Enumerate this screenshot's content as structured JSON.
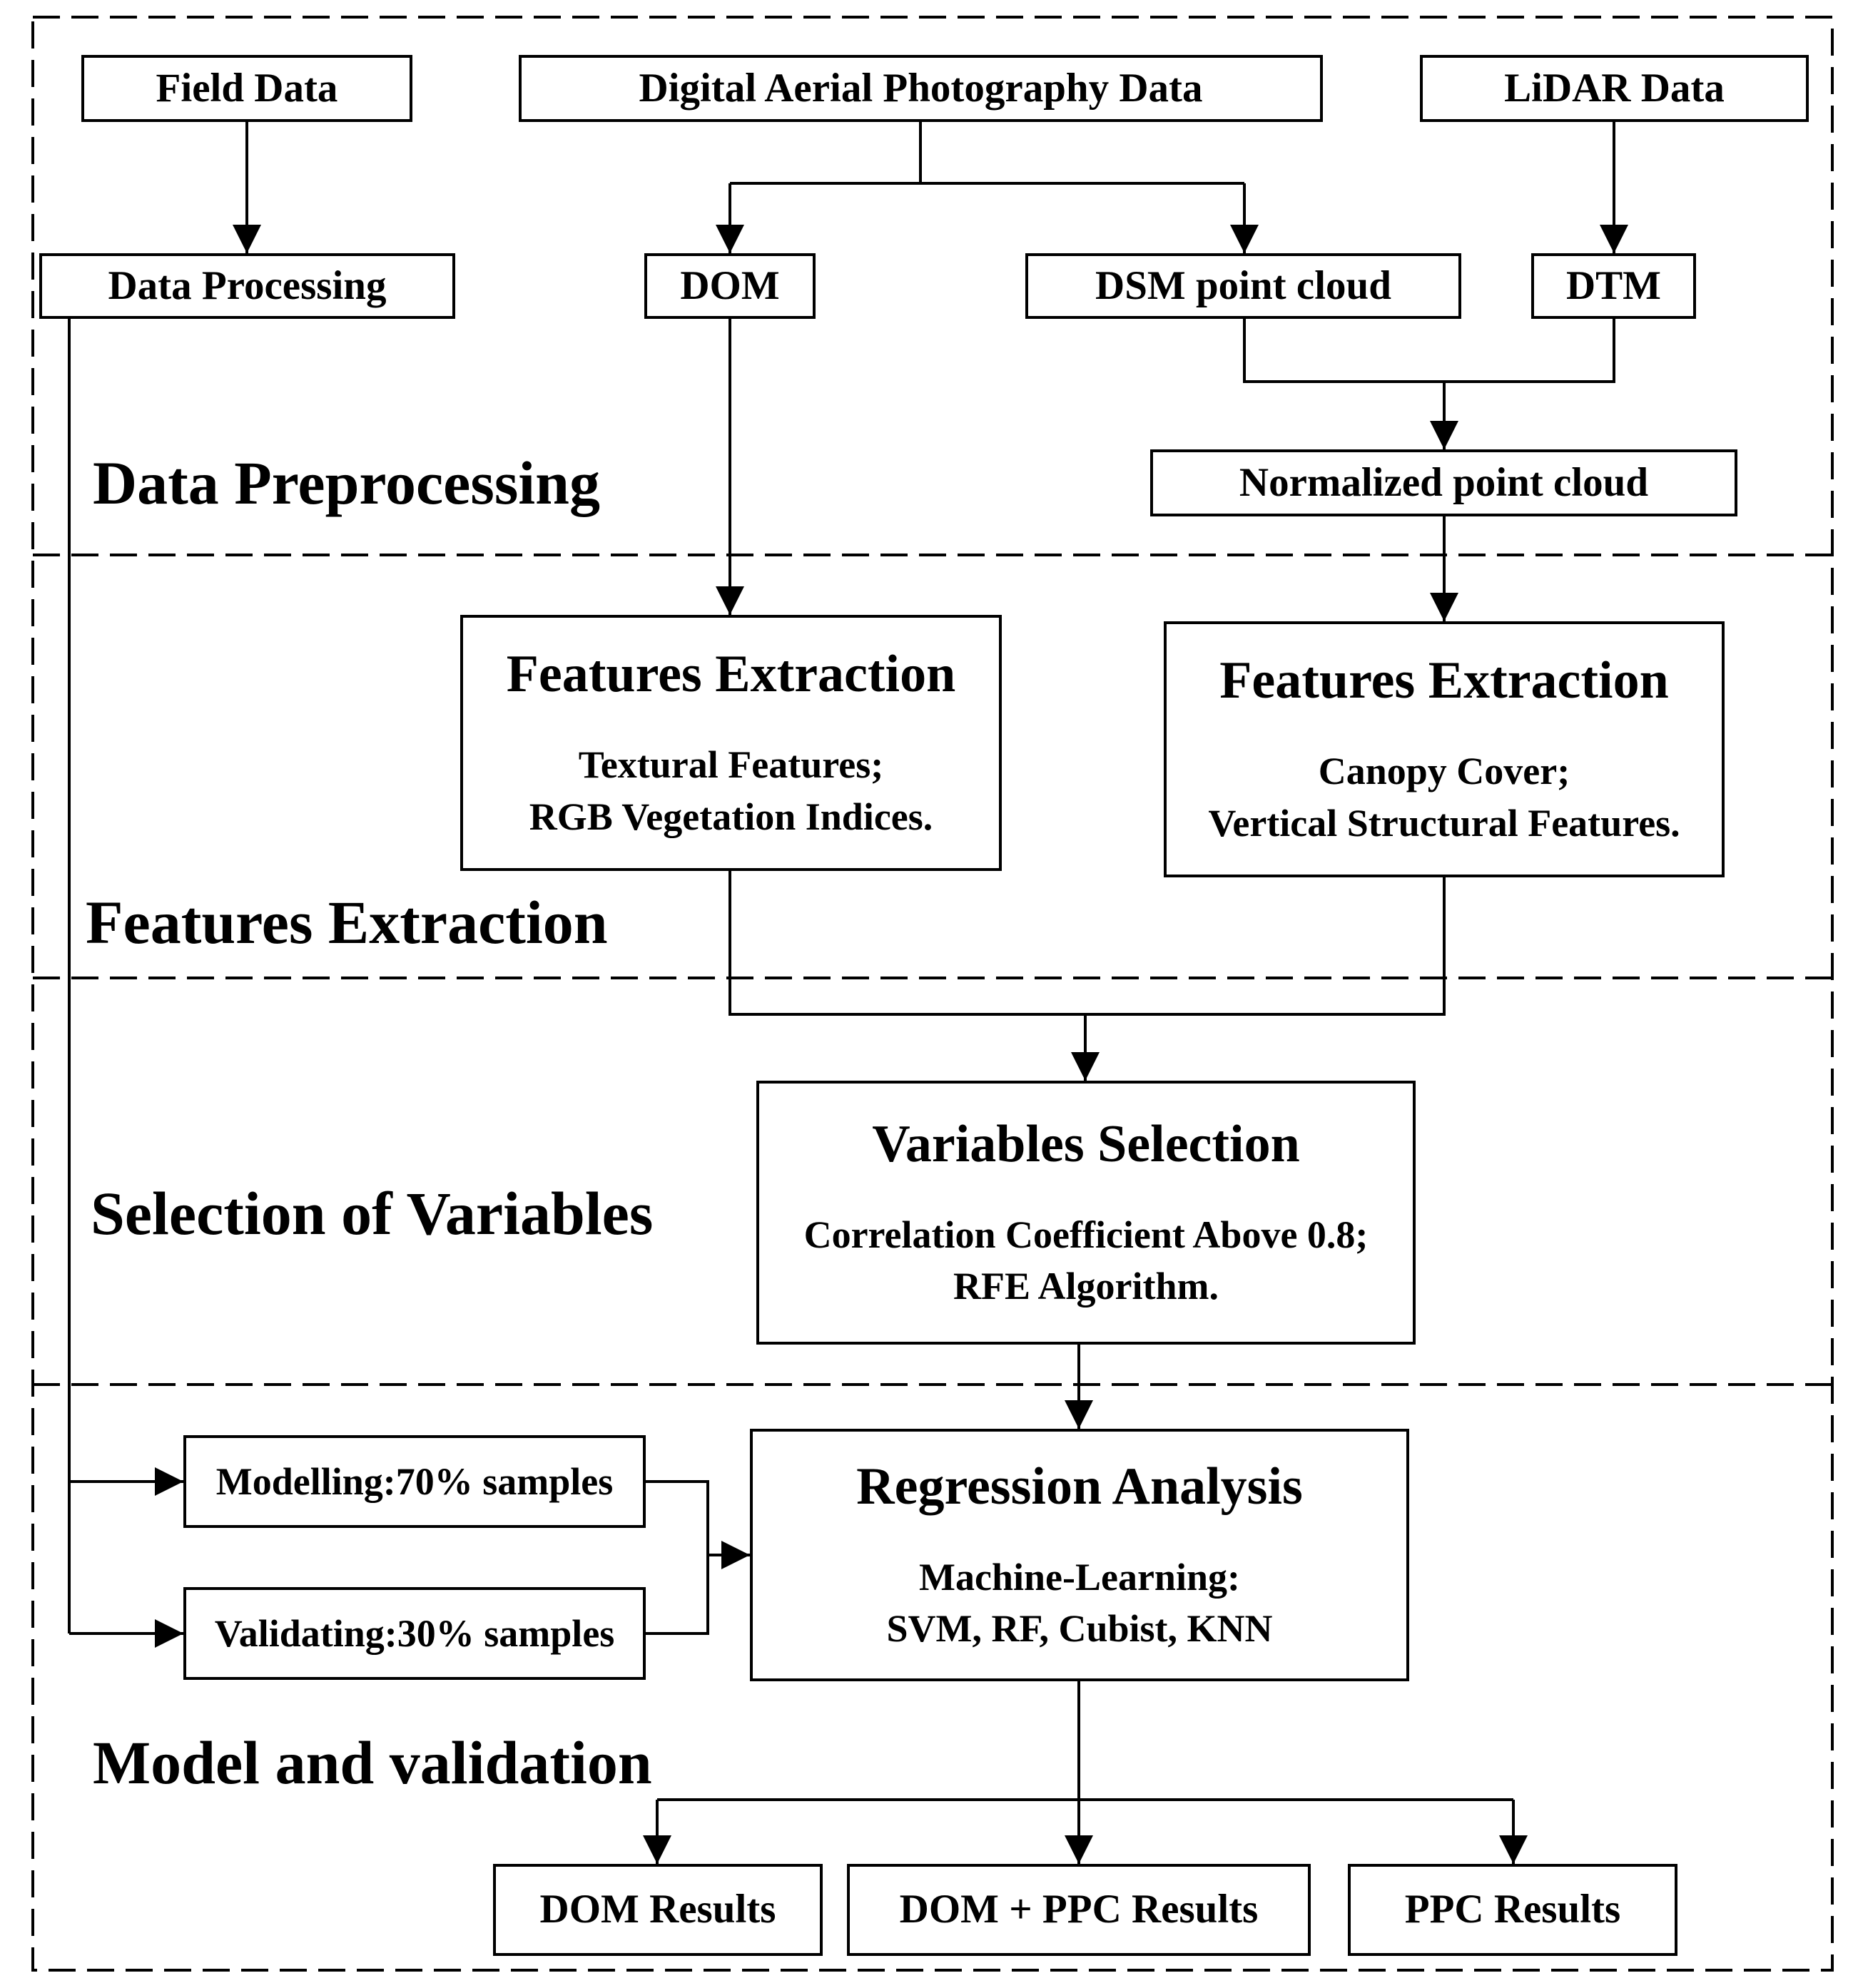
{
  "sections": {
    "preprocessing": "Data Preprocessing",
    "extraction": "Features Extraction",
    "selection": "Selection of Variables",
    "model": "Model and validation"
  },
  "boxes": {
    "field_data": "Field Data",
    "aerial_data": "Digital Aerial Photography Data",
    "lidar_data": "LiDAR Data",
    "data_processing": "Data Processing",
    "dom": "DOM",
    "dsm": "DSM point cloud",
    "dtm": "DTM",
    "normalized": "Normalized point cloud",
    "modelling": "Modelling:70% samples",
    "validating": "Validating:30% samples",
    "dom_results": "DOM Results",
    "dom_ppc_results": "DOM + PPC Results",
    "ppc_results": "PPC Results"
  },
  "features_dom": {
    "title": "Features Extraction",
    "line1": "Textural Features;",
    "line2": "RGB Vegetation Indices."
  },
  "features_lidar": {
    "title": "Features Extraction",
    "line1": "Canopy Cover;",
    "line2": "Vertical Structural Features."
  },
  "variables": {
    "title": "Variables Selection",
    "line1": "Correlation Coefficient Above 0.8;",
    "line2": "RFE Algorithm."
  },
  "regression": {
    "title": "Regression Analysis",
    "line1": "Machine-Learning:",
    "line2": "SVM, RF, Cubist, KNN"
  }
}
